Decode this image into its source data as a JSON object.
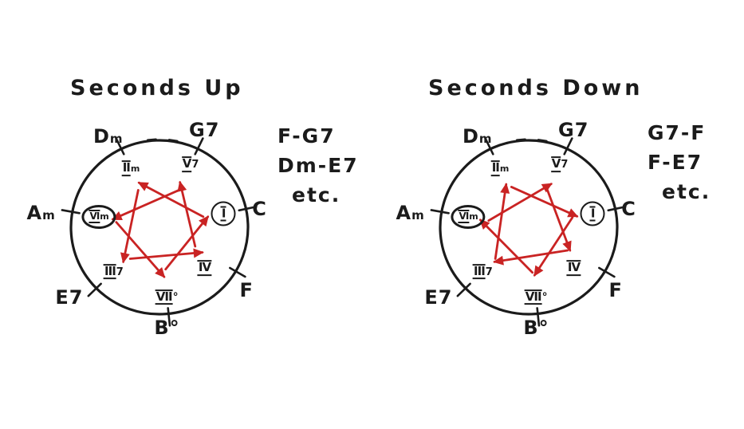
{
  "colors": {
    "ink": "#1b1b1b",
    "arrow_red": "#c92323",
    "background": "#ffffff"
  },
  "diagrams": [
    {
      "id": "seconds-up",
      "title": "Seconds Up",
      "direction": "up",
      "nodes": [
        {
          "degree": "I",
          "outer": "C",
          "inner": "I",
          "enclosure": "circle"
        },
        {
          "degree": "II",
          "outer": "Dm",
          "inner": "IIm",
          "enclosure": "none"
        },
        {
          "degree": "III",
          "outer": "E7",
          "inner": "III7",
          "enclosure": "none"
        },
        {
          "degree": "IV",
          "outer": "F",
          "inner": "IV",
          "enclosure": "none"
        },
        {
          "degree": "V",
          "outer": "G7",
          "inner": "V7",
          "enclosure": "none"
        },
        {
          "degree": "VI",
          "outer": "Am",
          "inner": "VIm",
          "enclosure": "oval"
        },
        {
          "degree": "VII",
          "outer": "B°",
          "inner": "VII°",
          "enclosure": "none"
        }
      ],
      "arrows": [
        [
          "I",
          "II"
        ],
        [
          "II",
          "III"
        ],
        [
          "III",
          "IV"
        ],
        [
          "IV",
          "V"
        ],
        [
          "V",
          "VI"
        ],
        [
          "VI",
          "VII"
        ],
        [
          "VII",
          "I"
        ]
      ],
      "examples": [
        "F-G7",
        "Dm-E7",
        "etc."
      ]
    },
    {
      "id": "seconds-down",
      "title": "Seconds Down",
      "direction": "down",
      "nodes": [
        {
          "degree": "I",
          "outer": "C",
          "inner": "I",
          "enclosure": "circle"
        },
        {
          "degree": "II",
          "outer": "Dm",
          "inner": "IIm",
          "enclosure": "none"
        },
        {
          "degree": "III",
          "outer": "E7",
          "inner": "III7",
          "enclosure": "none"
        },
        {
          "degree": "IV",
          "outer": "F",
          "inner": "IV",
          "enclosure": "none"
        },
        {
          "degree": "V",
          "outer": "G7",
          "inner": "V7",
          "enclosure": "none"
        },
        {
          "degree": "VI",
          "outer": "Am",
          "inner": "VIm",
          "enclosure": "oval"
        },
        {
          "degree": "VII",
          "outer": "B°",
          "inner": "VII°",
          "enclosure": "none"
        }
      ],
      "arrows": [
        [
          "II",
          "I"
        ],
        [
          "III",
          "II"
        ],
        [
          "IV",
          "III"
        ],
        [
          "V",
          "IV"
        ],
        [
          "VI",
          "V"
        ],
        [
          "VII",
          "VI"
        ],
        [
          "I",
          "VII"
        ]
      ],
      "examples": [
        "G7-F",
        "F-E7",
        "etc."
      ]
    }
  ]
}
